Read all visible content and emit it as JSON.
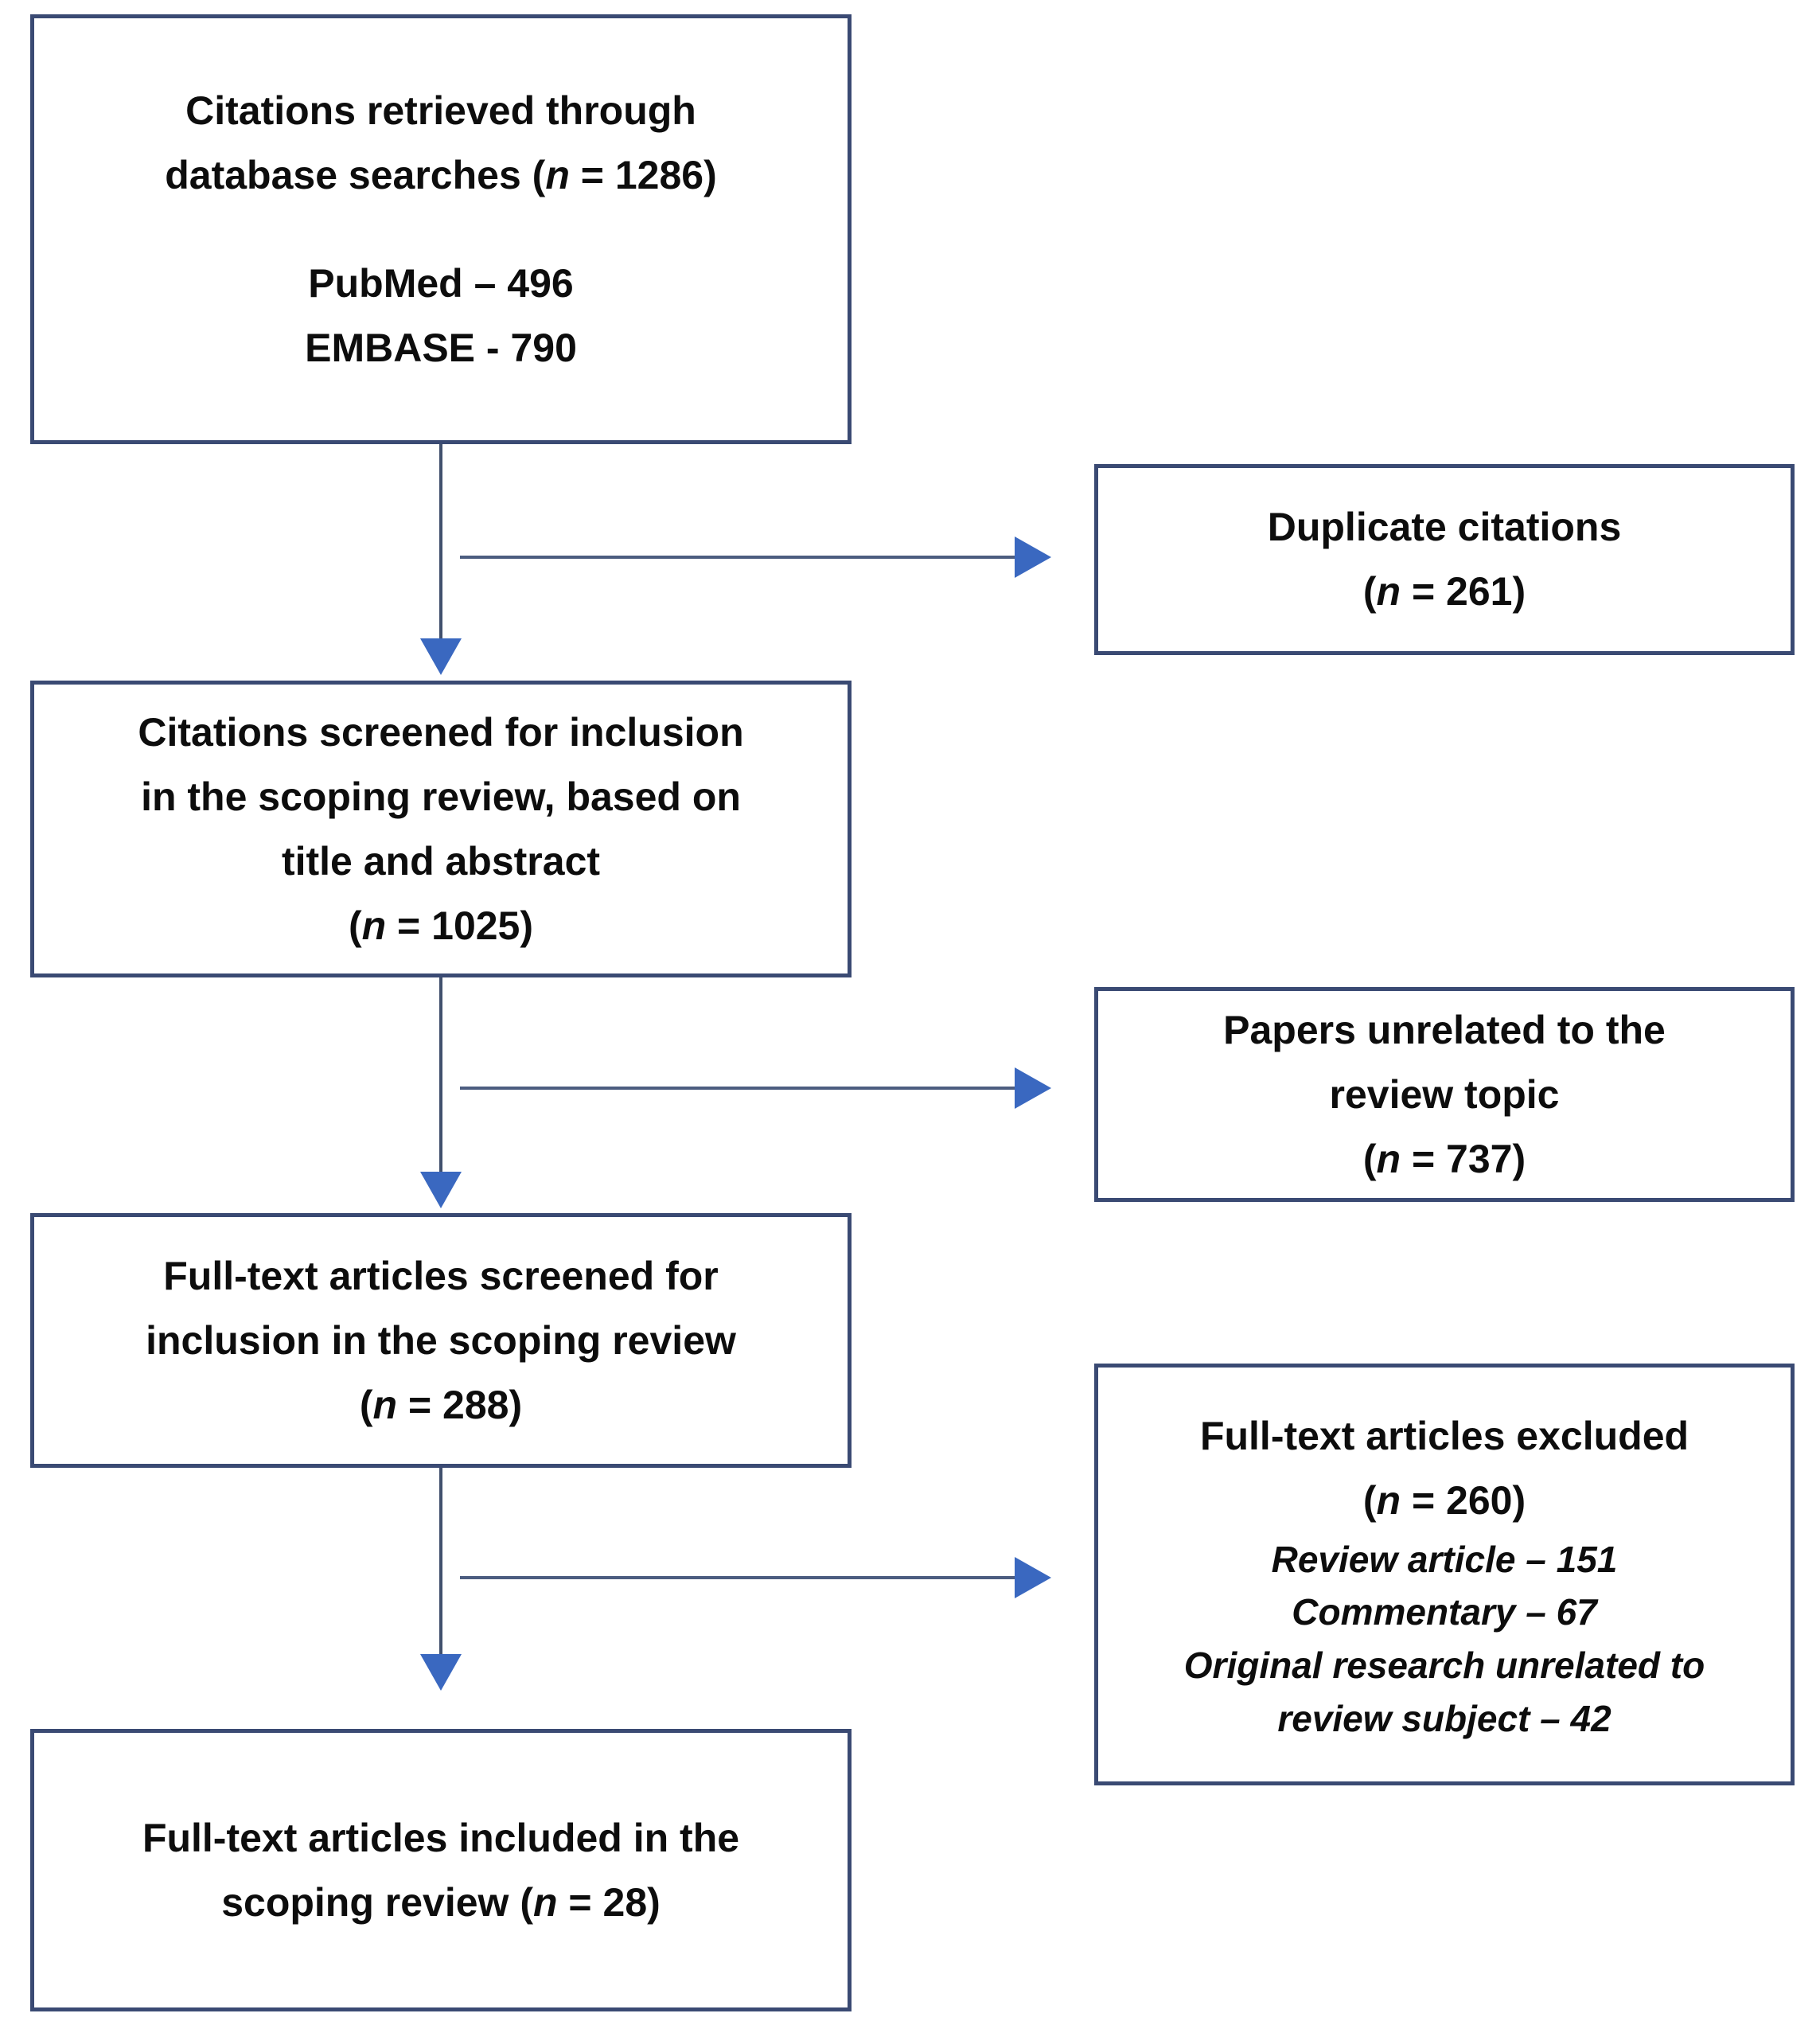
{
  "diagram": {
    "title": "PRISMA scoping review flow diagram",
    "colors": {
      "box_border": "#3a4a73",
      "box_fill": "#ffffff",
      "arrow_head": "#3a68c0",
      "arrow_line": "#4c5d80",
      "text": "#0d0d0d"
    }
  },
  "boxes": {
    "retrieved": {
      "line1": "Citations retrieved through",
      "line2_prefix": "database searches (",
      "line2_n": "n",
      "line2_suffix": " = 1286)",
      "source1": "PubMed – 496",
      "source2": "EMBASE - 790"
    },
    "duplicates": {
      "line1": "Duplicate citations",
      "line2_prefix": "(",
      "line2_n": "n",
      "line2_suffix": " = 261)"
    },
    "screened": {
      "line1": "Citations screened for inclusion",
      "line2": "in the scoping review, based on",
      "line3": "title and abstract",
      "line4_prefix": "(",
      "line4_n": "n",
      "line4_suffix": " = 1025)"
    },
    "unrelated": {
      "line1": "Papers unrelated to the",
      "line2": "review topic",
      "line3_prefix": "(",
      "line3_n": "n",
      "line3_suffix": " = 737)"
    },
    "fulltext_screened": {
      "line1": "Full-text articles screened for",
      "line2": "inclusion in the scoping review",
      "line3_prefix": "(",
      "line3_n": "n",
      "line3_suffix": " = 288)"
    },
    "excluded": {
      "line1": "Full-text articles excluded",
      "line2_prefix": "(",
      "line2_n": "n",
      "line2_suffix": " = 260)",
      "reason1": "Review article – 151",
      "reason2": "Commentary – 67",
      "reason3": "Original research unrelated to",
      "reason4": "review subject – 42"
    },
    "included": {
      "line1": "Full-text articles included in the",
      "line2_prefix": "scoping review (",
      "line2_n": "n",
      "line2_suffix": " = 28)"
    }
  },
  "chart_data": {
    "type": "diagram",
    "title": "PRISMA scoping review flow diagram",
    "nodes": [
      {
        "id": "retrieved",
        "label": "Citations retrieved through database searches (n = 1286)",
        "n": 1286,
        "breakdown": [
          {
            "source": "PubMed",
            "count": 496
          },
          {
            "source": "EMBASE",
            "count": 790
          }
        ]
      },
      {
        "id": "duplicates",
        "label": "Duplicate citations (n = 261)",
        "n": 261,
        "kind": "exclusion"
      },
      {
        "id": "screened",
        "label": "Citations screened for inclusion in the scoping review, based on title and abstract (n = 1025)",
        "n": 1025
      },
      {
        "id": "unrelated",
        "label": "Papers unrelated to the review topic (n = 737)",
        "n": 737,
        "kind": "exclusion"
      },
      {
        "id": "fulltext_screened",
        "label": "Full-text articles screened for inclusion in the scoping review (n = 288)",
        "n": 288
      },
      {
        "id": "excluded",
        "label": "Full-text articles excluded (n = 260)",
        "n": 260,
        "kind": "exclusion",
        "breakdown": [
          {
            "reason": "Review article",
            "count": 151
          },
          {
            "reason": "Commentary",
            "count": 67
          },
          {
            "reason": "Original research unrelated to review subject",
            "count": 42
          }
        ]
      },
      {
        "id": "included",
        "label": "Full-text articles included in the scoping review (n = 28)",
        "n": 28
      }
    ],
    "edges": [
      {
        "from": "retrieved",
        "to": "screened",
        "direction": "down"
      },
      {
        "from": "retrieved",
        "to": "duplicates",
        "direction": "right"
      },
      {
        "from": "screened",
        "to": "fulltext_screened",
        "direction": "down"
      },
      {
        "from": "screened",
        "to": "unrelated",
        "direction": "right"
      },
      {
        "from": "fulltext_screened",
        "to": "included",
        "direction": "down"
      },
      {
        "from": "fulltext_screened",
        "to": "excluded",
        "direction": "right"
      }
    ]
  }
}
